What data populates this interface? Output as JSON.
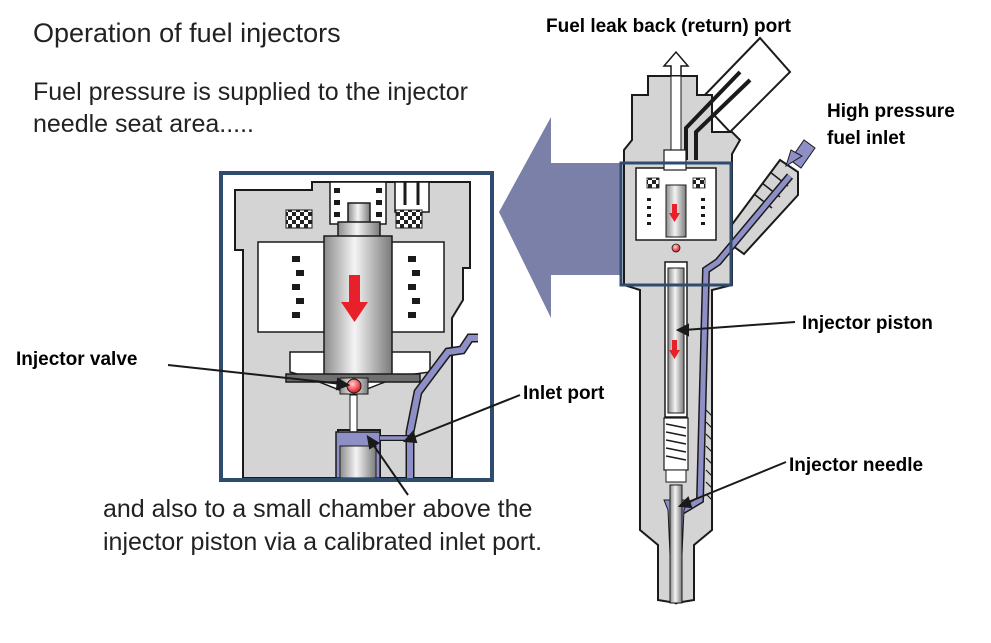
{
  "heading": "Operation of fuel injectors",
  "intro_text": "Fuel pressure is supplied to the injector\nneedle seat area.....",
  "outro_text": "and also to a small chamber above the\ninjector piston via a calibrated inlet port.",
  "labels": {
    "leak_back": "Fuel leak back (return) port",
    "high_pressure": "High pressure\nfuel inlet",
    "injector_valve": "Injector valve",
    "inlet_port": "Inlet port",
    "injector_piston": "Injector piston",
    "injector_needle": "Injector needle"
  },
  "colors": {
    "body_gray": "#d4d4d4",
    "outline": "#1a1a1a",
    "frame_blue": "#2f4b6e",
    "pointer_arrow": "#7a80a8",
    "fuel_purple": "#8f8fc8",
    "flow_red": "#e8202a"
  }
}
